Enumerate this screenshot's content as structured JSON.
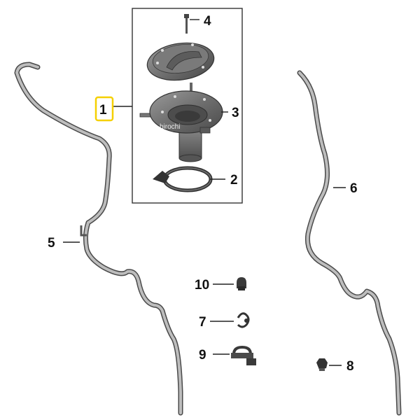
{
  "diagram": {
    "callouts": {
      "p1": "1",
      "p2": "2",
      "p3": "3",
      "p4": "4",
      "p5": "5",
      "p6": "6",
      "p7": "7",
      "p8": "8",
      "p9": "9",
      "p10": "10"
    },
    "highlight_color": "#f5d000",
    "watermark": "hirochi"
  }
}
